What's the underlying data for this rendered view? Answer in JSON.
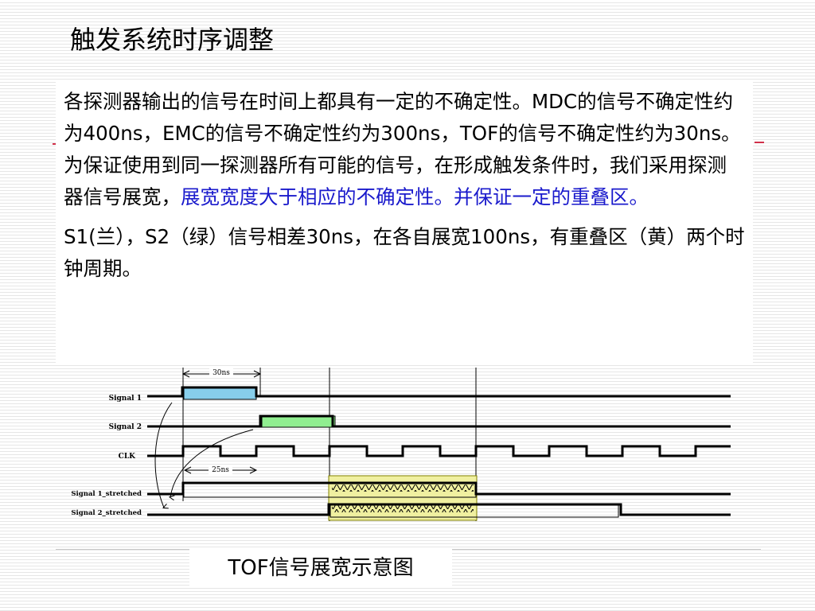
{
  "title": "触发系统时序调整",
  "text": {
    "para1": "各探测器输出的信号在时间上都具有一定的不确定性。MDC的信号不确定性约为400ns，EMC的信号不确定性约为300ns，TOF的信号不确定性约为30ns。为保证使用到同一探测器所有可能的信号，在形成触发条件时，我们采用探测器信号展宽，",
    "para1_highlight": "展宽宽度大于相应的不确定性。并保证一定的重叠区。",
    "para2": "S1(兰），S2（绿）信号相差30ns，在各自展宽100ns，有重叠区（黄）两个时钟周期。"
  },
  "diagram": {
    "signals": [
      "Signal 1",
      "Signal 2",
      "CLK",
      "Signal 1_stretched",
      "Signal 2_stretched"
    ],
    "label_30ns": "30ns",
    "label_25ns": "25ns",
    "colors": {
      "signal1_fill": "#87ceeb",
      "signal2_fill": "#90ee90",
      "overlap_fill": "#f0f0a0"
    }
  },
  "caption": "TOF信号展宽示意图"
}
